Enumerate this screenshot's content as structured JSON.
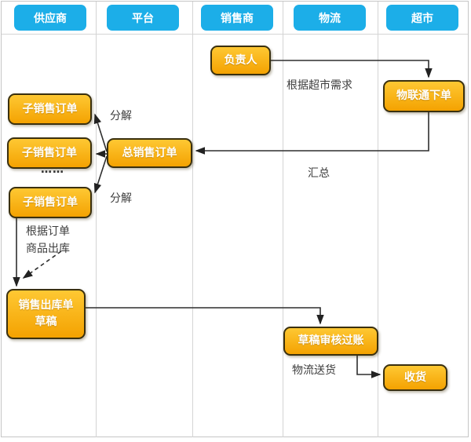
{
  "lanes": [
    {
      "label": "供应商"
    },
    {
      "label": "平台"
    },
    {
      "label": "销售商"
    },
    {
      "label": "物流"
    },
    {
      "label": "超市"
    }
  ],
  "nodes": {
    "person": {
      "label": "负责人"
    },
    "iot_order": {
      "label": "物联通下单"
    },
    "sub_order_1": {
      "label": "子销售订单"
    },
    "sub_order_2": {
      "label": "子销售订单"
    },
    "sub_order_3": {
      "label": "子销售订单"
    },
    "total_order": {
      "label": "总销售订单"
    },
    "outbound_draft": {
      "label": "销售出库单",
      "label2": "草稿"
    },
    "draft_audit": {
      "label": "草稿审核过账"
    },
    "receive": {
      "label": "收货"
    }
  },
  "annotations": {
    "per_demand": "根据超市需求",
    "decompose_1": "分解",
    "ellipsis": "……",
    "decompose_2": "分解",
    "summarize": "汇总",
    "per_order_line1": "根据订单",
    "per_order_line2": "商品出库",
    "delivery": "物流送货"
  },
  "colors": {
    "lane_header_bg": "#1caee8",
    "lane_header_text": "#ffffff",
    "node_fill_top": "#fec833",
    "node_fill_bottom": "#f4a201",
    "node_border": "#3a300f",
    "node_text": "#ffffff",
    "connector": "#2e2e2e",
    "annotation_text": "#3d3d3d",
    "grid_line": "#d4d4d4"
  }
}
